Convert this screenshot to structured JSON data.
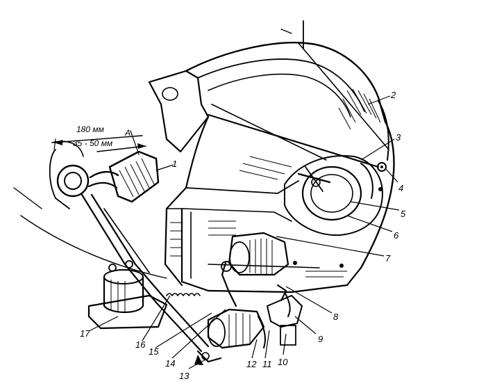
{
  "dimensions": {
    "travel_total": "180 мм",
    "free_play": "35 - 50 мм",
    "point_marker": "А"
  },
  "callouts": [
    {
      "number": "1"
    },
    {
      "number": "2"
    },
    {
      "number": "3"
    },
    {
      "number": "4"
    },
    {
      "number": "5"
    },
    {
      "number": "6"
    },
    {
      "number": "7"
    },
    {
      "number": "8"
    },
    {
      "number": "9"
    },
    {
      "number": "10"
    },
    {
      "number": "11"
    },
    {
      "number": "12"
    },
    {
      "number": "13"
    },
    {
      "number": "14"
    },
    {
      "number": "15"
    },
    {
      "number": "16"
    },
    {
      "number": "17"
    }
  ]
}
